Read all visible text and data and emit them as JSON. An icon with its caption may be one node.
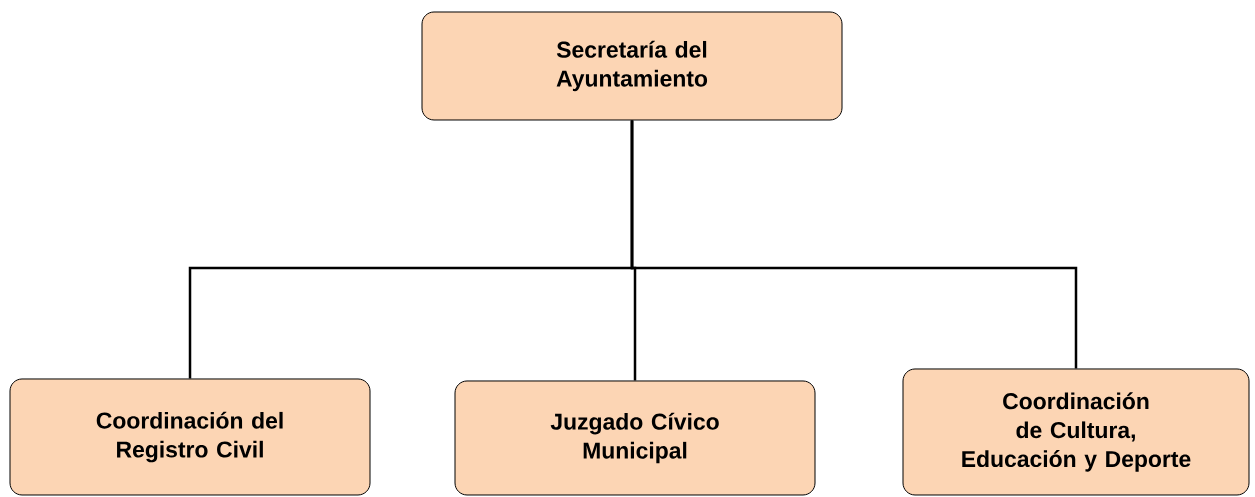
{
  "diagram": {
    "nodes": [
      {
        "text": [
          "Secretaría del Ayuntamiento"
        ]
      },
      {
        "text": [
          "Coordinación del Registro Civil"
        ]
      },
      {
        "text": [
          "Juzgado Cívico Municipal"
        ]
      },
      {
        "text": [
          "Coordinación de Cultura, Educación y Deporte"
        ]
      }
    ],
    "edges": [
      {
        "from": 0,
        "to": 1,
        "arrow": "none"
      },
      {
        "from": 0,
        "to": 2,
        "arrow": "none"
      },
      {
        "from": 0,
        "to": 3,
        "arrow": "none"
      }
    ]
  }
}
